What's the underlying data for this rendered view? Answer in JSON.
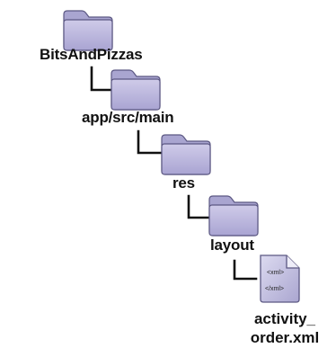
{
  "tree": {
    "root": {
      "label": "BitsAndPizzas"
    },
    "level1": {
      "label": "app/src/main"
    },
    "level2": {
      "label": "res"
    },
    "level3": {
      "label": "layout"
    },
    "file": {
      "name_line1": "activity_",
      "name_line2": "order.xml",
      "icon_text_open": "<xml>",
      "icon_text_close": "</xml>"
    }
  },
  "colors": {
    "folder_fill": "#b9b5dc",
    "folder_tab": "#a9a5d0",
    "folder_stroke": "#5b5782",
    "connector": "#111111",
    "file_fill": "#c9c6e2"
  }
}
